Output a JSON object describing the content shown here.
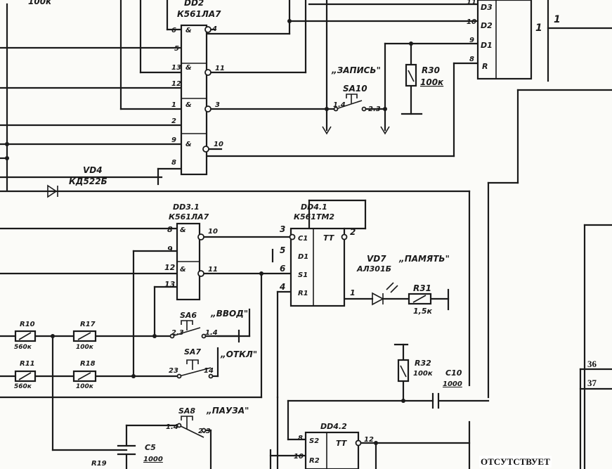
{
  "labels": {
    "top_left": "100к",
    "dd2_ref": "DD2",
    "dd2_part": "К561ЛА7",
    "dd3_ref": "DD3.1",
    "dd3_part": "К561ЛА7",
    "dd4_ref": "DD4.1",
    "dd4_part": "К561ТМ2",
    "dd42_ref": "DD4.2",
    "vd4_ref": "VD4",
    "vd4_part": "КД522Б",
    "vd7_ref": "VD7",
    "vd7_part": "АЛ301Б",
    "r30_ref": "R30",
    "r30_val": "100к",
    "r31_ref": "R31",
    "r31_val": "1,5к",
    "r32_ref": "R32",
    "r32_val": "100к",
    "r10_ref": "R10",
    "r10_val": "560к",
    "r11_ref": "R11",
    "r11_val": "560к",
    "r17_ref": "R17",
    "r17_val": "100к",
    "r18_ref": "R18",
    "r18_val": "100к",
    "r19_ref": "R19",
    "c10_ref": "C10",
    "c10_val": "1000",
    "c5_ref": "C5",
    "c5_val": "1000",
    "sa10_ref": "SA10",
    "sa6_ref": "SA6",
    "sa7_ref": "SA7",
    "sa8_ref": "SA8",
    "zapis": "„ЗАПИСЬ\"",
    "vvod": "„ВВОД\"",
    "otkl": "„ОТКЛ\"",
    "pauza": "„ПАУЗА\"",
    "pamyat": "„ПАМЯТЬ\"",
    "num_36": "36",
    "num_37": "37",
    "missing": "ОТСУТСТВУЕТ"
  }
}
